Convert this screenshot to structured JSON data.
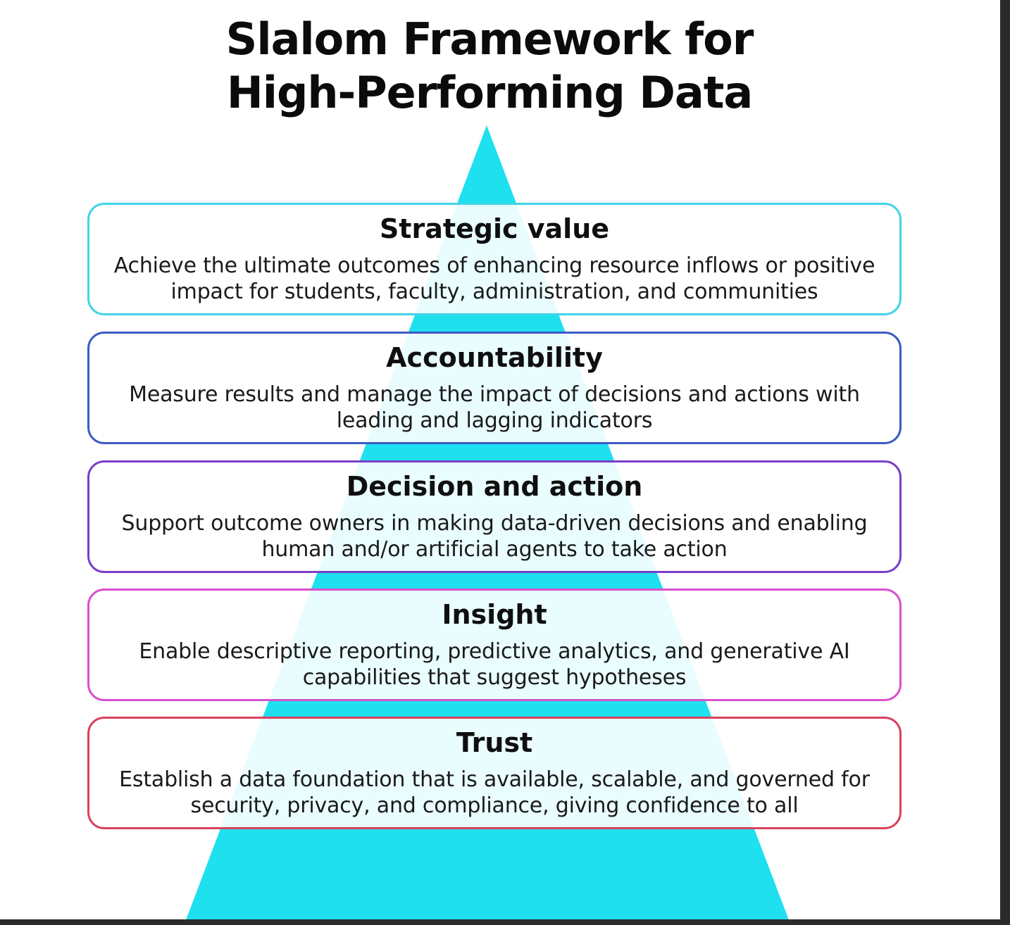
{
  "title": {
    "line1": "Slalom Framework for",
    "line2": "High-Performing Data"
  },
  "colors": {
    "pyramid": "#1fe0ee",
    "pyramid_highlight": "#e6fbfd",
    "tier_borders": [
      "#40d4e6",
      "#3b5bc4",
      "#7a3fc8",
      "#d94fcf",
      "#d9425e"
    ]
  },
  "tiers": [
    {
      "title": "Strategic value",
      "description": "Achieve the ultimate outcomes of enhancing resource inflows or positive impact for students, faculty, administration, and communities"
    },
    {
      "title": "Accountability",
      "description": "Measure results and manage the impact of decisions and actions with leading and lagging indicators"
    },
    {
      "title": "Decision and action",
      "description": "Support outcome owners in making data-driven decisions and enabling human and/or artificial agents to take action"
    },
    {
      "title": "Insight",
      "description": "Enable descriptive reporting, predictive analytics, and generative AI capabilities that suggest hypotheses"
    },
    {
      "title": "Trust",
      "description": "Establish a data foundation that is available, scalable, and governed for security, privacy, and compliance, giving confidence to all"
    }
  ]
}
